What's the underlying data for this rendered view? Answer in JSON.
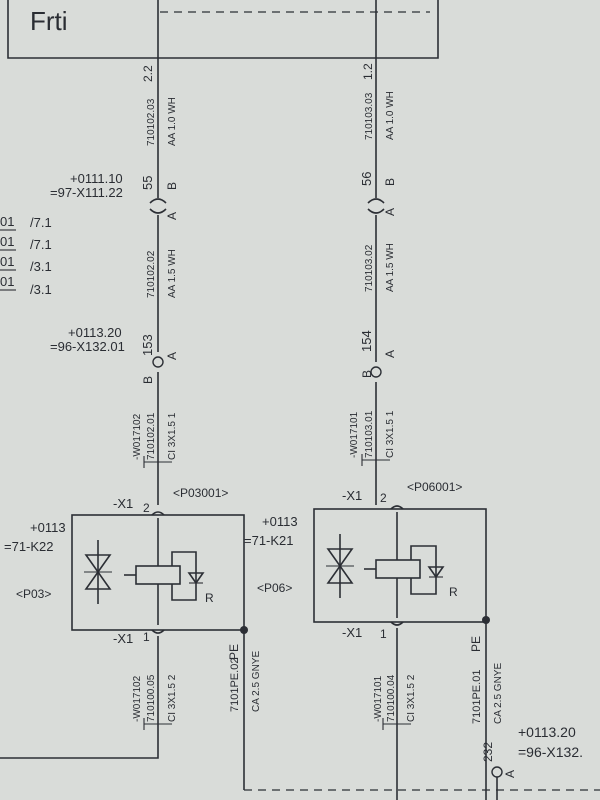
{
  "title_block": {
    "text": "Frti"
  },
  "left_circuit": {
    "column_ref": "2.2",
    "wire_top": {
      "id": "710102.03",
      "spec": "AA 1.0 WH"
    },
    "connector_x111": {
      "location": "+0111.10",
      "device": "=97-X111.22",
      "pin": "55",
      "pin_b": "B",
      "pin_a": "A"
    },
    "wire_mid": {
      "id": "710102.02",
      "spec": "AA 1.5 WH"
    },
    "connector_x132": {
      "location": "+0113.20",
      "device": "=96-X132.01",
      "pin": "153",
      "pin_a": "A",
      "pin_b": "B"
    },
    "cable_top": {
      "name": "-W017102",
      "wire": "710102.01",
      "spec": "CI 3X1.5 1"
    },
    "terminal_x1_top": {
      "label": "-X1",
      "pin": "2"
    },
    "terminal_ref": "<P03001>",
    "relay": {
      "location": "+0113",
      "device": "=71-K22",
      "ref": "<P03>",
      "diode_label": "R"
    },
    "terminal_x1_bottom": {
      "label": "-X1",
      "pin": "1"
    },
    "cable_bottom": {
      "name": "-W017102",
      "wire": "710100.05",
      "spec": "CI 3X1.5 2"
    },
    "pe_wire": {
      "id": "7101PE.02",
      "tag": "PE",
      "spec": "CA 2.5 GNYE"
    }
  },
  "cross_refs": [
    {
      "code": "01",
      "page": "/7.1"
    },
    {
      "code": "01",
      "page": "/7.1"
    },
    {
      "code": "01",
      "page": "/3.1"
    },
    {
      "code": "01",
      "page": "/3.1"
    }
  ],
  "right_circuit": {
    "column_ref": "1.2",
    "wire_top": {
      "id": "710103.03",
      "spec": "AA 1.0 WH"
    },
    "connector_top": {
      "pin": "56",
      "pin_b": "B",
      "pin_a": "A"
    },
    "wire_mid": {
      "id": "710103.02",
      "spec": "AA 1.5 WH"
    },
    "connector_mid": {
      "pin": "154",
      "pin_a": "A",
      "pin_b": "B"
    },
    "cable_top": {
      "name": "-W017101",
      "wire": "710103.01",
      "spec": "CI 3X1.5 1"
    },
    "terminal_x1_top": {
      "label": "-X1",
      "pin": "2"
    },
    "terminal_ref": "<P06001>",
    "relay": {
      "location": "+0113",
      "device": "=71-K21",
      "ref": "<P06>",
      "diode_label": "R"
    },
    "terminal_x1_bottom": {
      "label": "-X1",
      "pin": "1"
    },
    "cable_bottom": {
      "name": "-W017101",
      "wire": "710100.04",
      "spec": "CI 3X1.5 2"
    },
    "pe_wire": {
      "id": "7101PE.01",
      "tag": "PE",
      "spec": "CA 2.5 GNYE"
    }
  },
  "bottom_connector": {
    "pin": "232",
    "pin_a": "A",
    "location": "+0113.20",
    "device": "=96-X132."
  },
  "colors": {
    "paper": "#d9dcd9",
    "ink": "#2c2f35"
  }
}
